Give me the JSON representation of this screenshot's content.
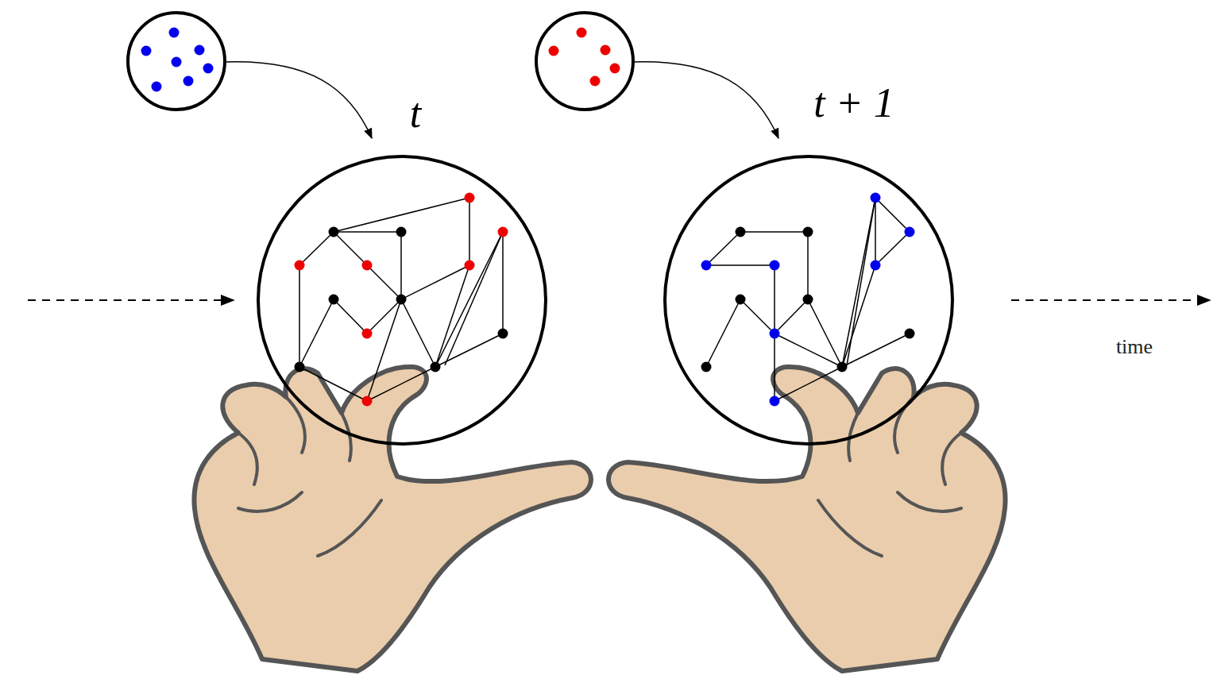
{
  "diagram": {
    "nodes": [
      {
        "text": [
          "t"
        ]
      },
      {
        "text": [
          "t + 1"
        ]
      }
    ],
    "labels": [
      "time"
    ]
  }
}
